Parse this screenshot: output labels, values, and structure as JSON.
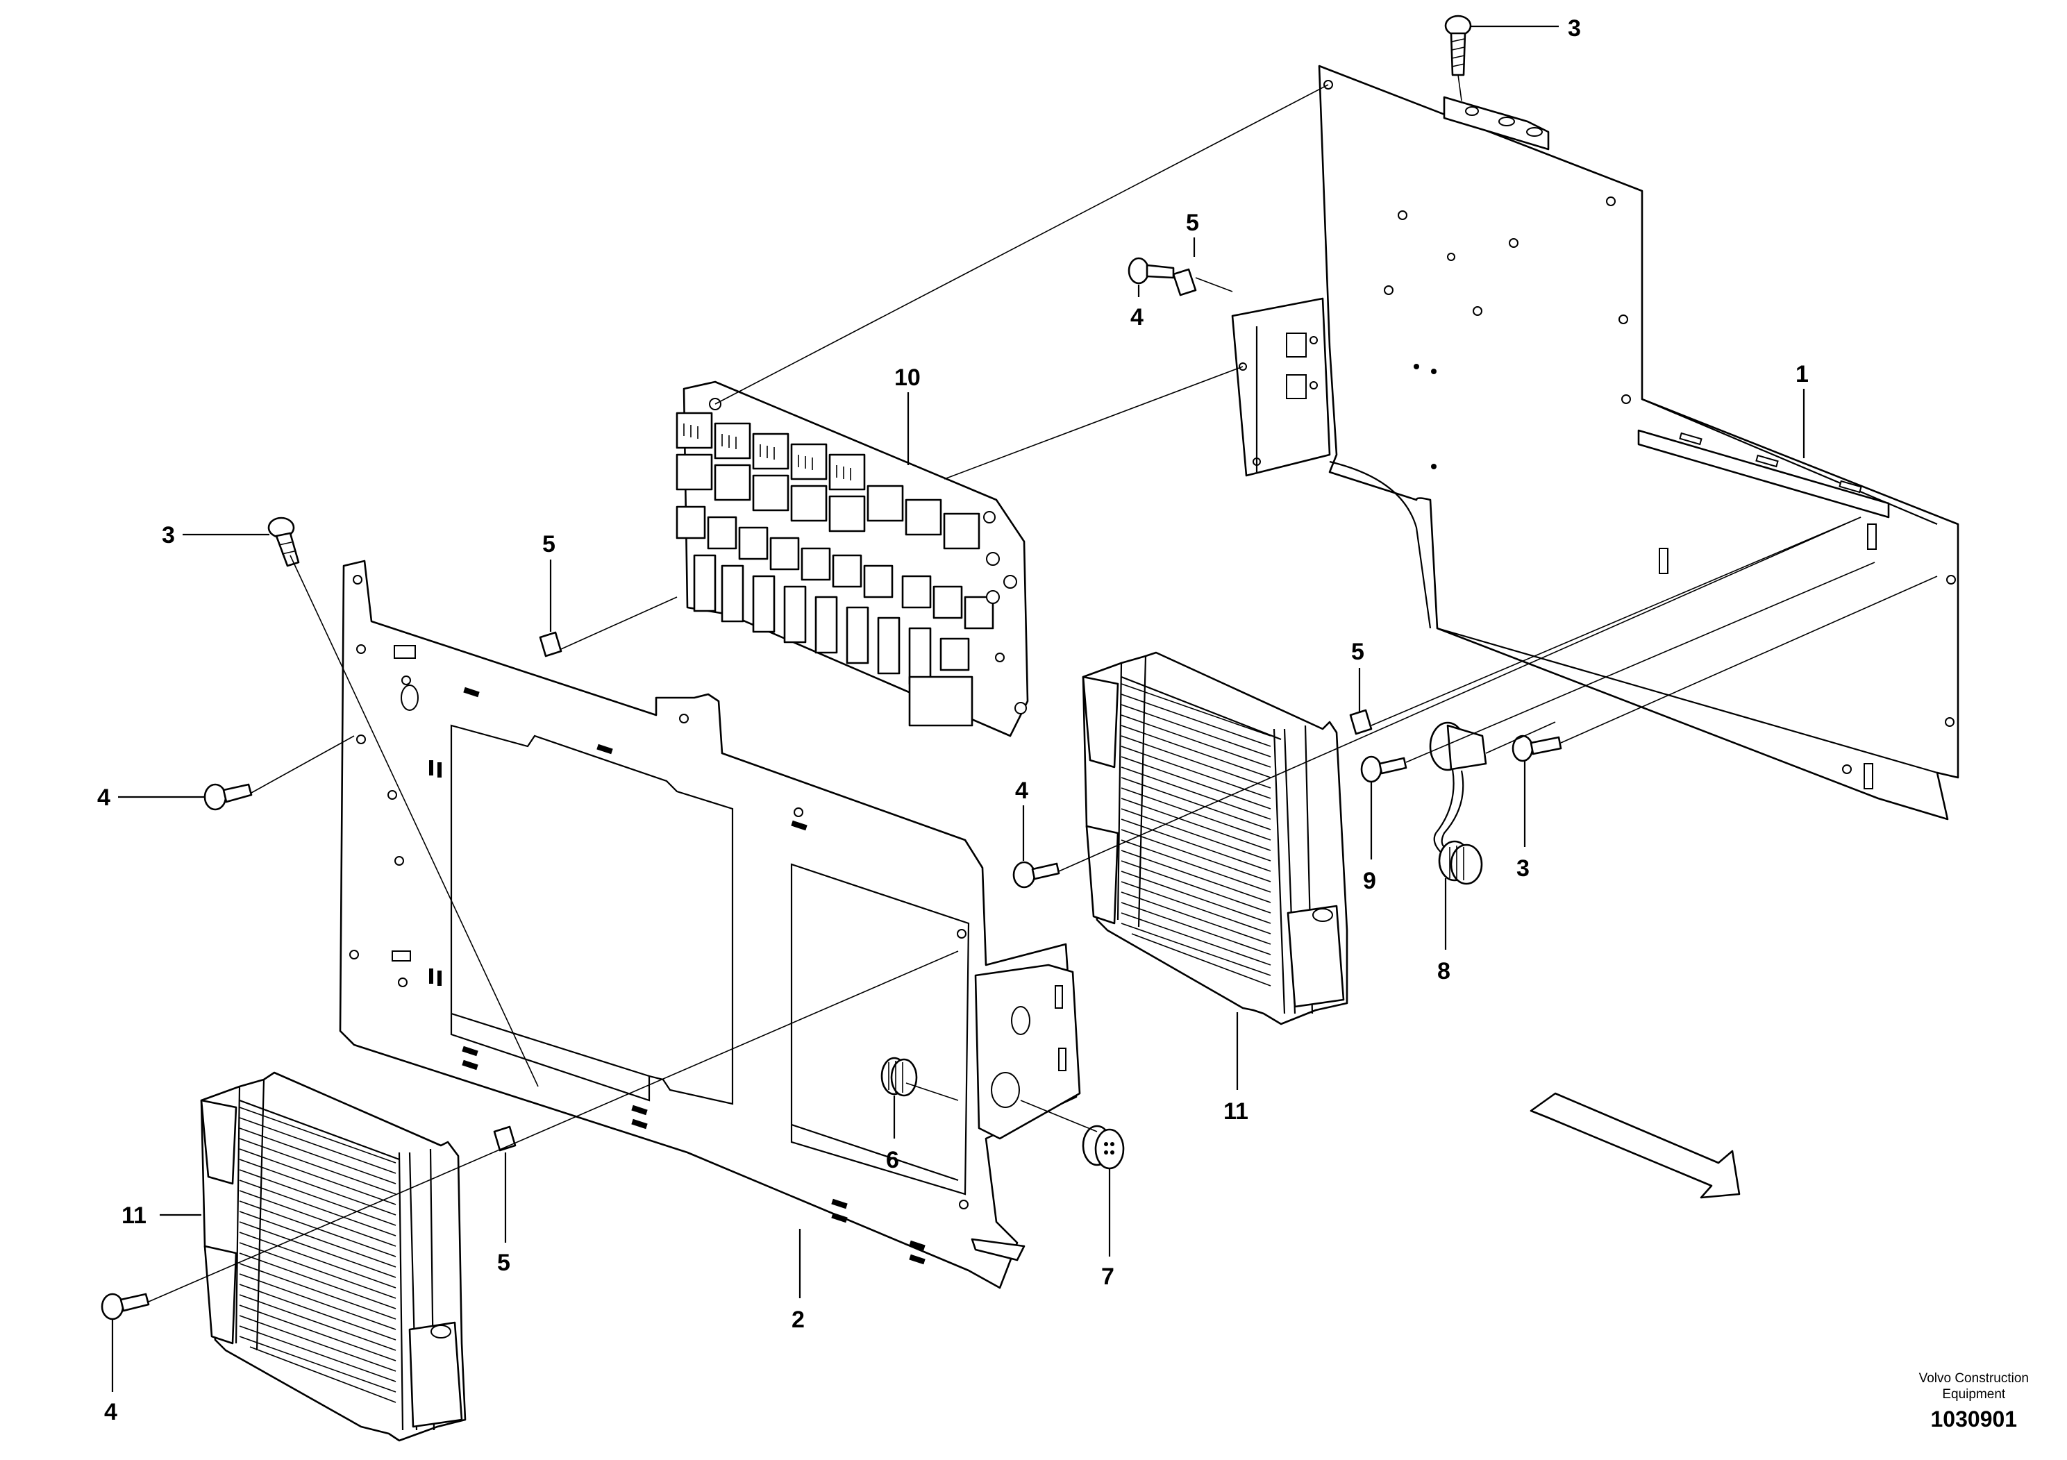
{
  "diagram": {
    "callouts": [
      {
        "id": "c-3-top",
        "label": "3"
      },
      {
        "id": "c-5-upper",
        "label": "5"
      },
      {
        "id": "c-4-upper",
        "label": "4"
      },
      {
        "id": "c-10",
        "label": "10"
      },
      {
        "id": "c-1",
        "label": "1"
      },
      {
        "id": "c-3-left",
        "label": "3"
      },
      {
        "id": "c-5-left",
        "label": "5"
      },
      {
        "id": "c-4-left",
        "label": "4"
      },
      {
        "id": "c-5-right",
        "label": "5"
      },
      {
        "id": "c-4-mid",
        "label": "4"
      },
      {
        "id": "c-9",
        "label": "9"
      },
      {
        "id": "c-3-right",
        "label": "3"
      },
      {
        "id": "c-8",
        "label": "8"
      },
      {
        "id": "c-11-right",
        "label": "11"
      },
      {
        "id": "c-6",
        "label": "6"
      },
      {
        "id": "c-7",
        "label": "7"
      },
      {
        "id": "c-11-left",
        "label": "11"
      },
      {
        "id": "c-5-bottom",
        "label": "5"
      },
      {
        "id": "c-2",
        "label": "2"
      },
      {
        "id": "c-4-bottom",
        "label": "4"
      }
    ],
    "maker_line1": "Volvo Construction",
    "maker_line2": "Equipment",
    "figure_number": "1030901"
  }
}
